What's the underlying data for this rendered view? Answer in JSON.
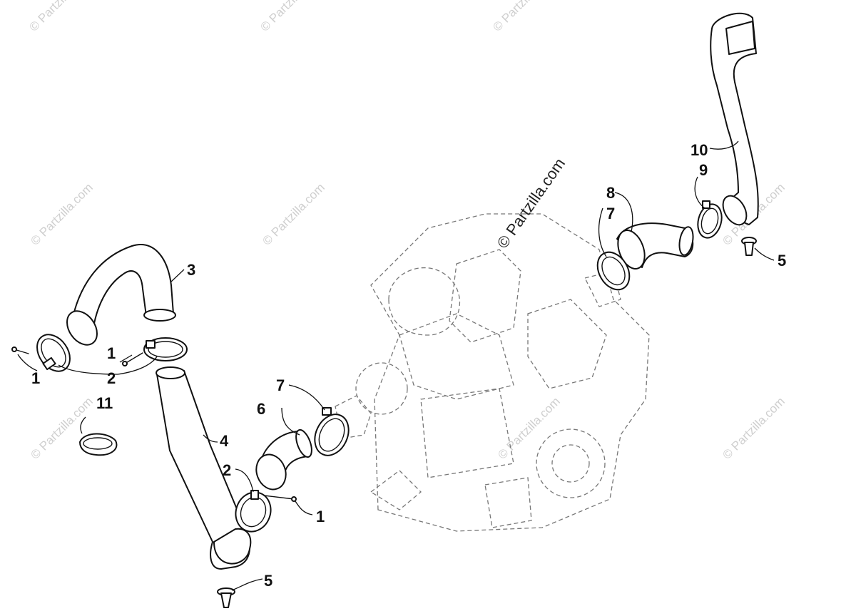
{
  "watermark": {
    "tile_text": "© Partzilla.com",
    "main_text": "© Partzilla.com"
  },
  "callouts": {
    "c1_left": "1",
    "c1_mid": "1",
    "c1_low": "1",
    "c2_top": "2",
    "c2_low": "2",
    "c3": "3",
    "c4": "4",
    "c5_low": "5",
    "c5_right": "5",
    "c6": "6",
    "c7_mid": "7",
    "c7_right": "7",
    "c8": "8",
    "c9": "9",
    "c10": "10",
    "c11": "11"
  }
}
